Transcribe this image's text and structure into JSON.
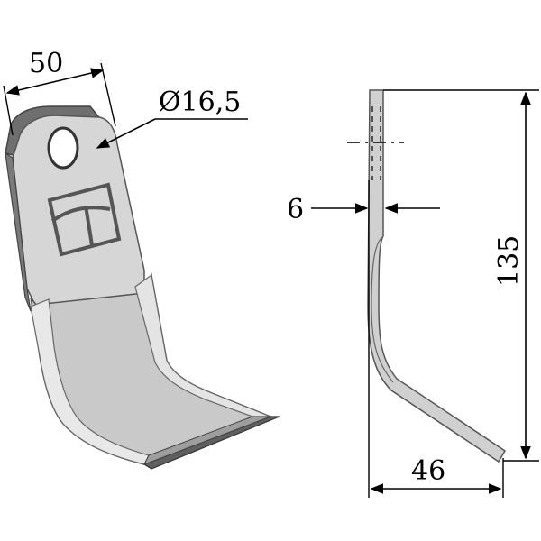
{
  "dimensions": {
    "blade_width": "50",
    "hole_diameter": "Ø16,5",
    "thickness": "6",
    "height": "135",
    "offset_width": "46"
  },
  "colors": {
    "blade_light": "#d9d9d9",
    "blade_mid": "#bdbdbd",
    "blade_dark": "#7a7a7a",
    "edge": "#555555",
    "ink": "#000000"
  },
  "icons": {
    "logo": "square-logo-icon"
  }
}
